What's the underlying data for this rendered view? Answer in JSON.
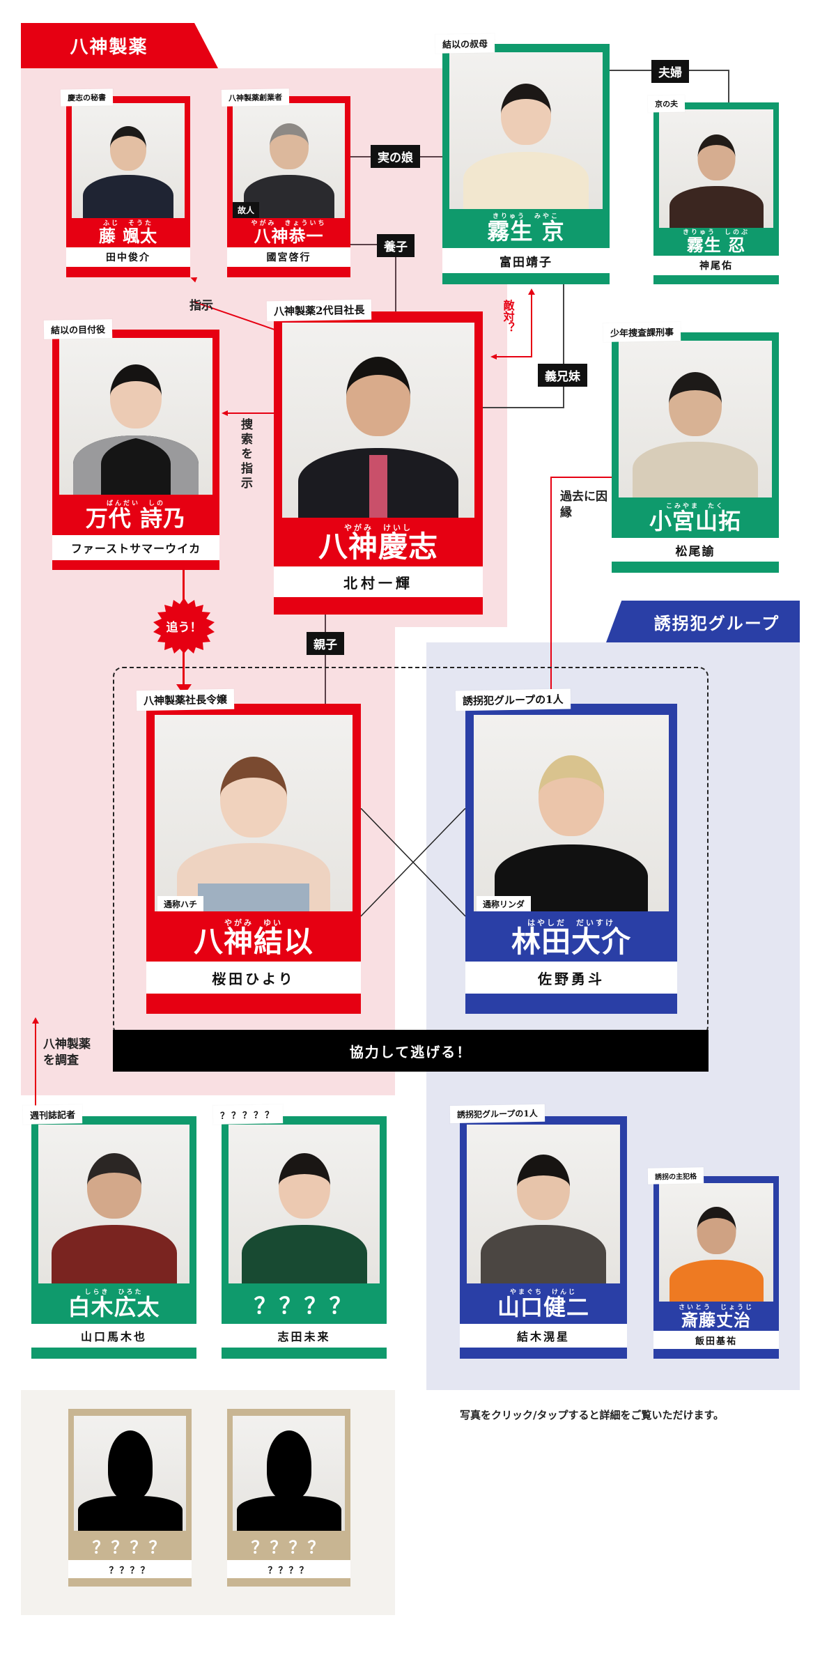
{
  "sections": {
    "yagami": {
      "title": "八神製薬",
      "color": "#e60012"
    },
    "kidnappers": {
      "title": "誘拐犯グループ",
      "color": "#2a3fa6"
    }
  },
  "colors": {
    "red": "#e60012",
    "green": "#0f9a6c",
    "blue": "#2a3fa6",
    "beige": "#c8b592",
    "pink_bg": "#f9dfe2",
    "blue_bg": "#e4e6f2",
    "beige_bg": "#f4f2ee"
  },
  "characters": [
    {
      "id": "fuji",
      "role": "慶志の秘書",
      "ruby": "ふじ　そうた",
      "name": "藤 颯太",
      "actor": "田中俊介",
      "group": "red"
    },
    {
      "id": "kyoichi",
      "role": "八神製薬創業者",
      "ruby": "やがみ　きょういち",
      "name": "八神恭一",
      "actor": "國宮啓行",
      "tag": "故人",
      "group": "red"
    },
    {
      "id": "miyako",
      "role": "結以の叔母",
      "ruby": "きりゅう　みやこ",
      "name": "霧生 京",
      "actor": "富田靖子",
      "group": "green"
    },
    {
      "id": "shinobu",
      "role": "京の夫",
      "ruby": "きりゅう　しのぶ",
      "name": "霧生 忍",
      "actor": "神尾佑",
      "group": "green"
    },
    {
      "id": "shino",
      "role": "結以の目付役",
      "ruby": "ばんだい　しの",
      "name": "万代 詩乃",
      "actor": "ファーストサマーウイカ",
      "group": "red"
    },
    {
      "id": "keishi",
      "role": "八神製薬2代目社長",
      "ruby": "やがみ　けいし",
      "name": "八神慶志",
      "actor": "北村一輝",
      "group": "red"
    },
    {
      "id": "taku",
      "role": "少年捜査課刑事",
      "ruby": "こみやま　たく",
      "name": "小宮山拓",
      "actor": "松尾諭",
      "group": "green"
    },
    {
      "id": "yui",
      "role": "八神製薬社長令嬢",
      "nickname": "通称ハチ",
      "ruby": "やがみ　ゆい",
      "name": "八神結以",
      "actor": "桜田ひより",
      "group": "red"
    },
    {
      "id": "daisuke",
      "role": "誘拐犯グループの1人",
      "nickname": "通称リンダ",
      "ruby": "はやしだ　だいすけ",
      "name": "林田大介",
      "actor": "佐野勇斗",
      "group": "blue"
    },
    {
      "id": "hirota",
      "role": "週刊誌記者",
      "ruby": "しらき　ひろた",
      "name": "白木広太",
      "actor": "山口馬木也",
      "group": "green"
    },
    {
      "id": "unknown_shida",
      "role": "？？？？？",
      "ruby": "",
      "name": "？？？？",
      "actor": "志田未来",
      "group": "green"
    },
    {
      "id": "kenji",
      "role": "誘拐犯グループの1人",
      "ruby": "やまぐち　けんじ",
      "name": "山口健二",
      "actor": "結木滉星",
      "group": "blue"
    },
    {
      "id": "joji",
      "role": "誘拐の主犯格",
      "ruby": "さいとう　じょうじ",
      "name": "斎藤丈治",
      "actor": "飯田基祐",
      "group": "blue"
    },
    {
      "id": "unknown1",
      "role": "",
      "ruby": "",
      "name": "？？？？",
      "actor": "？？？？",
      "group": "beige"
    },
    {
      "id": "unknown2",
      "role": "",
      "ruby": "",
      "name": "？？？？",
      "actor": "？？？？",
      "group": "beige"
    }
  ],
  "relations": {
    "biological_daughter": "実の娘",
    "adopted": "養子",
    "married": "夫婦",
    "in_law_siblings": "義兄妹",
    "parent_child": "親子",
    "instruct": "指示",
    "order_search": "捜索を指示",
    "hostile": "敵対？",
    "past_fate": "過去に因縁",
    "chase": "追う！",
    "investigate": "八神製薬を調査",
    "escape_together": "協力して逃げる！"
  },
  "hint": "写真をクリック/タップすると詳細をご覧いただけます。"
}
